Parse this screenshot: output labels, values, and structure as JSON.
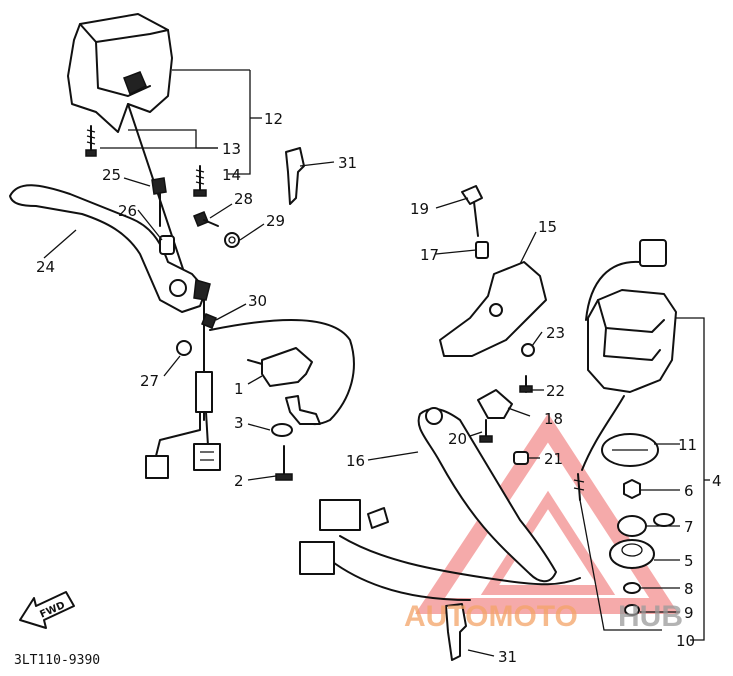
{
  "diagram_code": "3LT110-9390",
  "fwd_label": "FWD",
  "watermark": {
    "text_a": "AUTOMOTO",
    "text_b": "HUB",
    "color_a": "#f4a468",
    "color_b": "#9a9a9a",
    "triangle_color": "#ee6666"
  },
  "callouts": [
    "1",
    "2",
    "3",
    "4",
    "5",
    "6",
    "7",
    "8",
    "9",
    "10",
    "11",
    "12",
    "13",
    "14",
    "15",
    "16",
    "17",
    "18",
    "19",
    "20",
    "21",
    "22",
    "23",
    "24",
    "25",
    "26",
    "27",
    "28",
    "29",
    "30",
    "31",
    "31"
  ]
}
